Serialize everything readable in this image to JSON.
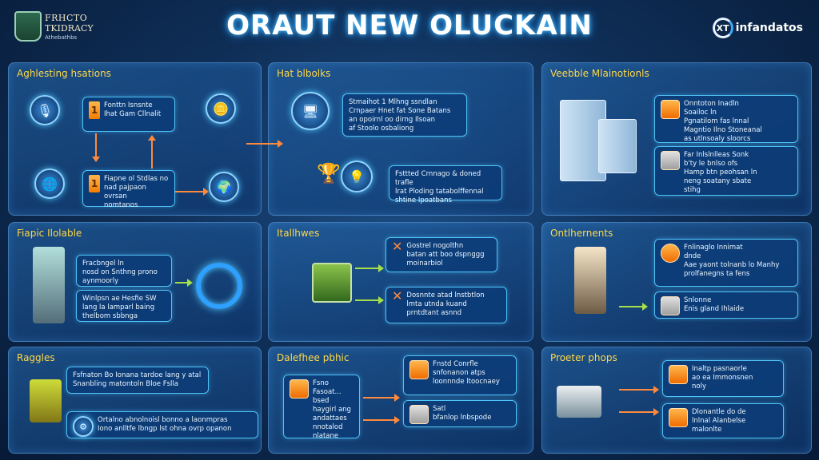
{
  "header": {
    "logo_line1": "FRHCTO",
    "logo_line2": "TKIDRACY",
    "logo_line3": "Athebathbs",
    "title": "ORAUT NEW OLUCKAIN",
    "brand_mark": "XT",
    "brand_name": "infandatos"
  },
  "panels": [
    {
      "title": "Aghlesting hsations",
      "cards": [
        "Fonttn Isnsnte\nIhat Gam Cllnalit",
        "Fiapne ol Stdlas no\nnad pajpaon ovrsan\nnomtanos"
      ]
    },
    {
      "title": "Hat blbolks",
      "cards": [
        "Stmaihot 1 Mlhng ssndlan\nCrnpaer Hnet fat Sone Batans\nan opoirnl oo dirng Ilsoan\naf Stoolo osbaliong",
        "Fsttted Crnnago & doned trafle\nlrat Ploding tatabolffennal\nshtine Ipoatbans"
      ]
    },
    {
      "title": "Veebble Mlainotionls",
      "cards": [
        "Onntoton Inadln\nSoailoc ln\nPgnatilom  fas  lnnal\nMagntio Ilno Stoneanal\nas utlnsoaly  sloorcs",
        "Far Inlslnlleas Sonk\nb'ty le bnlso ofs\nHamp btn peohsan ln\nneng soatany sbate\nstihg"
      ]
    },
    {
      "title": "Fiapic Ilolable",
      "cards": [
        "Fracbngel ln\nnosd on Snthng prono\naynmoorly",
        "Winlpsn ae Hesfie SW\nlang la lamparl baing\nthelbom sbbnga"
      ]
    },
    {
      "title": "Itallhwes",
      "cards": [
        "Gostrel nogolthn\nbatan att boo dspnggg\nmoinarbiol",
        "Dosnnte atad lnstbtlon\nlmta utnda kuand\nprntdtant asnnd"
      ]
    },
    {
      "title": "Ontlhernents",
      "cards": [
        "Fnlinaglo Innimat\ndnde\nAae yaont tolnanb lo Manhy\nprolfanegns ta fens",
        "Snlonne\nEnis gland Ihlaide"
      ]
    },
    {
      "title": "Raggles",
      "cards": [
        "Fsfnaton Bo Ionana tardoe lang y atal\nSnanbling matontoln Bloe Fslla",
        "Ortalno abnolnoisl bonno a laonmpras\nIono anlltfe lbngp lst ohna ovrp opanon"
      ]
    },
    {
      "title": "Dalefhee pbhic",
      "cards": [
        "Fsno Fasoat...\nbsed\nhaygirl ang\nandattaes\nnnotalod\nnlatane",
        "Fnstd Conrfle\nsnfonanon atps\nloonnnde ltoocnaey",
        "Satl\nbfanlop lnbspode"
      ]
    },
    {
      "title": "Proeter phops",
      "cards": [
        "Inaltp pasnaorle\nao ea Immonsnen\nnoly",
        "Dlonantle do de\nlnlnal Alanbelse\nmalonlte"
      ]
    }
  ]
}
